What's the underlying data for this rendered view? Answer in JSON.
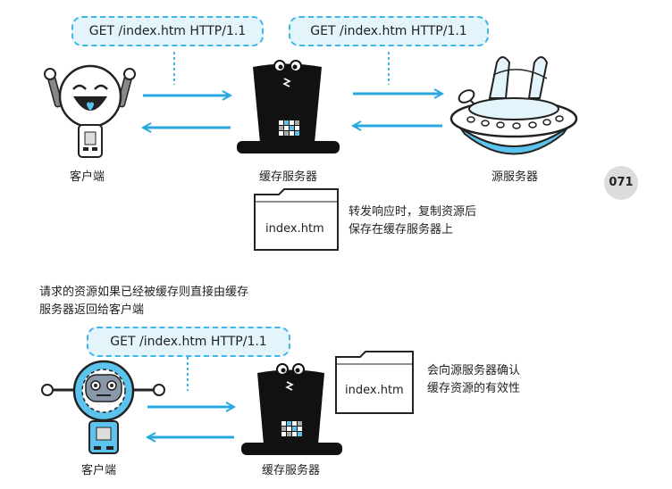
{
  "top": {
    "request_left": "GET /index.htm HTTP/1.1",
    "request_right": "GET /index.htm HTTP/1.1",
    "client_label": "客户端",
    "cache_label": "缓存服务器",
    "origin_label": "源服务器",
    "doc_name": "index.htm",
    "note_line1": "转发响应时，复制资源后",
    "note_line2": "保存在缓存服务器上"
  },
  "page_number": "071",
  "bottom": {
    "caption_line1": "请求的资源如果已经被缓存则直接由缓存",
    "caption_line2": "服务器返回给客户端",
    "request": "GET /index.htm HTTP/1.1",
    "doc_name": "index.htm",
    "note_line1": "会向源服务器确认",
    "note_line2": "缓存资源的有效性",
    "client_label": "客户端",
    "cache_label": "缓存服务器"
  },
  "colors": {
    "arrow": "#29a8e0",
    "bubble_fill": "#e3f4fb",
    "bubble_border": "#3fb6e6",
    "hat": "#111111",
    "robot_blue": "#5cc4ec"
  }
}
